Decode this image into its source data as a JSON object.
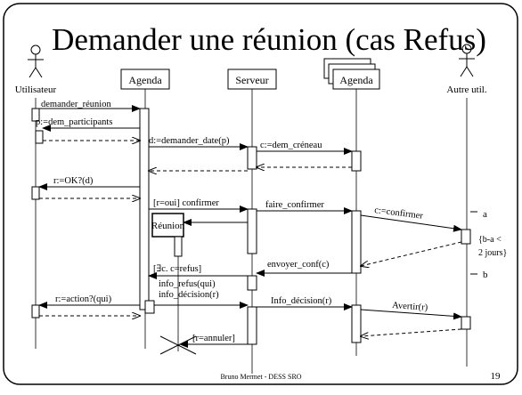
{
  "title": "Demander une réunion (cas Refus)",
  "footer": {
    "author": "Bruno Mermet - DESS SRO",
    "page": "19"
  },
  "actors": {
    "user": "Utilisateur",
    "other": "Autre util."
  },
  "objects": {
    "agenda": "Agenda",
    "serveur": "Serveur",
    "agendas": "Agenda",
    "reunion": "Réunion"
  },
  "messages": {
    "demander_reunion": "demander_réunion",
    "dem_participants": "p:=dem_participants",
    "demander_date": "d:=demander_date(p)",
    "dem_creneau": "c:=dem_créneau",
    "ok": "r:=OK?(d)",
    "confirmer": "[r=oui] confirmer",
    "faire_confirmer": "faire_confirmer",
    "c_confirmer": "c:=confirmer",
    "exists_refus": "[∃c. c=refus]",
    "envoyer_conf": "envoyer_conf(c)",
    "action": "r:=action?(qui)",
    "info_refus": "info_refus(qui)",
    "info_decision": "info_décision(r)",
    "info_decision2": "Info_décision(r)",
    "avertir": "Avertir(r)",
    "annuler": "[r=annuler]"
  },
  "constraint": {
    "a": "a",
    "b": "b",
    "text1": "{b-a <",
    "text2": "2 jours}"
  }
}
